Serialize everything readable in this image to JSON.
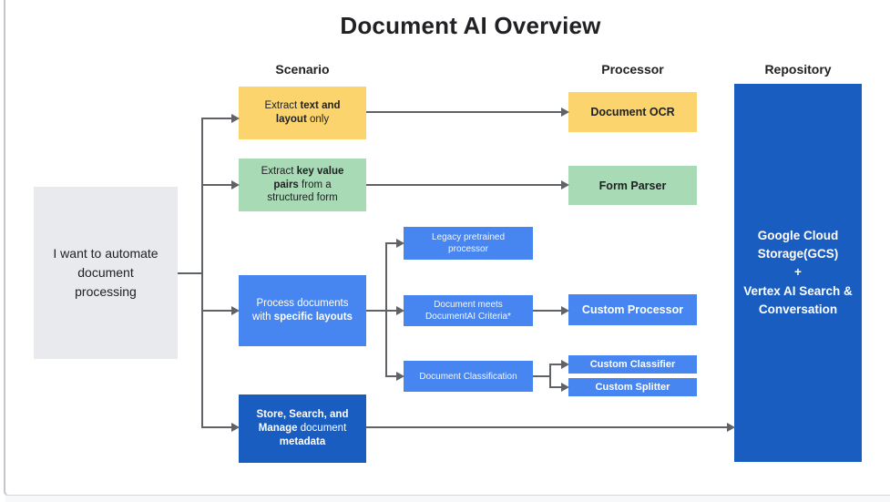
{
  "title": "Document AI Overview",
  "column_headers": {
    "scenario": "Scenario",
    "processor": "Processor",
    "repository": "Repository"
  },
  "nodes": {
    "root": {
      "lines": [
        [
          {
            "t": "I want to automate"
          }
        ],
        [
          {
            "t": "document"
          }
        ],
        [
          {
            "t": "processing"
          }
        ]
      ]
    },
    "scenario_extract_text": {
      "lines": [
        [
          {
            "t": "Extract "
          },
          {
            "t": "text and",
            "b": true
          }
        ],
        [
          {
            "t": "layout",
            "b": true
          },
          {
            "t": " only"
          }
        ]
      ]
    },
    "scenario_key_value": {
      "lines": [
        [
          {
            "t": "Extract "
          },
          {
            "t": "key value",
            "b": true
          }
        ],
        [
          {
            "t": "pairs",
            "b": true
          },
          {
            "t": " from a"
          }
        ],
        [
          {
            "t": "structured form"
          }
        ]
      ]
    },
    "scenario_specific_layouts": {
      "lines": [
        [
          {
            "t": "Process documents"
          }
        ],
        [
          {
            "t": "with "
          },
          {
            "t": "specific layouts",
            "b": true
          }
        ]
      ]
    },
    "scenario_store_search": {
      "lines": [
        [
          {
            "t": "Store, Search, and",
            "b": true
          }
        ],
        [
          {
            "t": "Manage",
            "b": true
          },
          {
            "t": " document"
          }
        ],
        [
          {
            "t": "metadata",
            "b": true
          }
        ]
      ]
    },
    "option_legacy": {
      "lines": [
        [
          {
            "t": "Legacy pretrained"
          }
        ],
        [
          {
            "t": "processor"
          }
        ]
      ]
    },
    "option_criteria": {
      "lines": [
        [
          {
            "t": "Document meets"
          }
        ],
        [
          {
            "t": "DocumentAI Criteria*"
          }
        ]
      ]
    },
    "option_classification": {
      "lines": [
        [
          {
            "t": "Document Classification"
          }
        ]
      ]
    },
    "processor_ocr": "Document OCR",
    "processor_form_parser": "Form Parser",
    "processor_custom": "Custom Processor",
    "processor_classifier": "Custom Classifier",
    "processor_splitter": "Custom Splitter",
    "repository": {
      "lines": [
        [
          {
            "t": "Google Cloud"
          }
        ],
        [
          {
            "t": "Storage(GCS)"
          }
        ],
        [
          {
            "t": "+"
          }
        ],
        [
          {
            "t": "Vertex AI Search &"
          }
        ],
        [
          {
            "t": "Conversation"
          }
        ]
      ]
    }
  },
  "colors": {
    "yellow": "#FBD46E",
    "green": "#A8DAB5",
    "blue": "#4785F0",
    "dark_blue": "#1A5DC0",
    "gray_node": "#E9EAEE",
    "connector": "#5F6368",
    "text_dark": "#202124",
    "text_light": "#FFFFFF"
  }
}
